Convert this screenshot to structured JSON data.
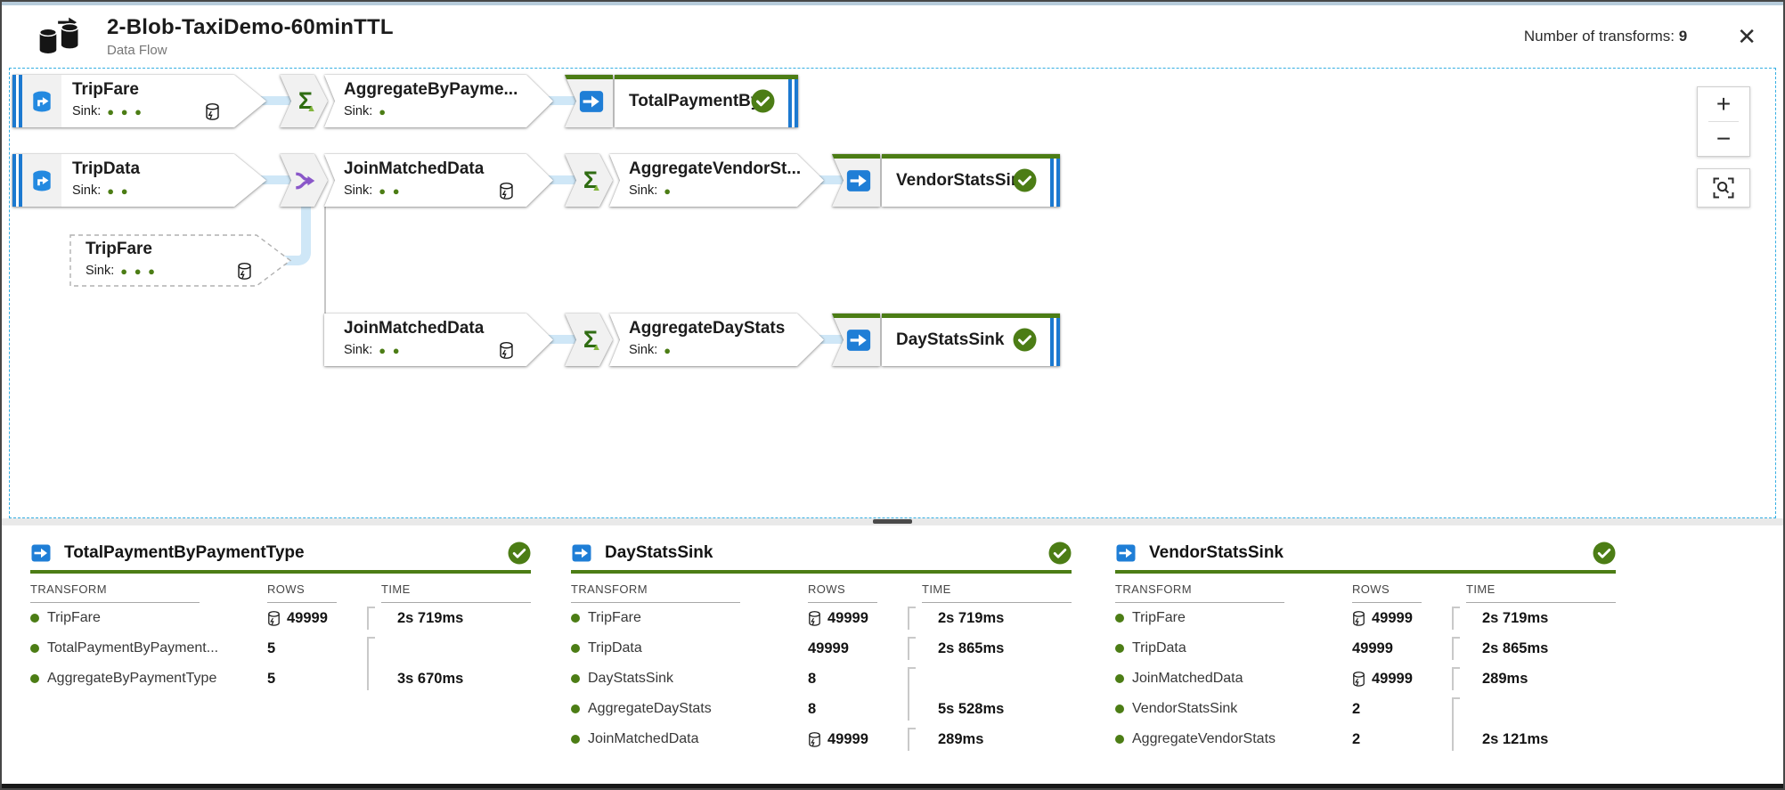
{
  "header": {
    "title": "2-Blob-TaxiDemo-60minTTL",
    "subtitle": "Data Flow",
    "transforms_label": "Number of transforms:",
    "transforms_count": "9"
  },
  "icons": {
    "sigma": "Σ",
    "sigma_triangle": "▲",
    "zoom_in": "+",
    "zoom_out": "−",
    "close": "✕"
  },
  "diagram": {
    "sink_label": "Sink:",
    "nodes": [
      {
        "title": "TripFare",
        "dots": "● ● ●"
      },
      {
        "title": "AggregateByPayme...",
        "dots": "●"
      },
      {
        "title": "TotalPaymentBy..."
      },
      {
        "title": "TripData",
        "dots": "● ●"
      },
      {
        "title": "JoinMatchedData",
        "dots": "● ●"
      },
      {
        "title": "AggregateVendorSt...",
        "dots": "●"
      },
      {
        "title": "VendorStatsSink"
      },
      {
        "title": "TripFare",
        "dots": "● ● ●"
      },
      {
        "title": "JoinMatchedData",
        "dots": "● ●"
      },
      {
        "title": "AggregateDayStats",
        "dots": "●"
      },
      {
        "title": "DayStatsSink"
      }
    ]
  },
  "table_columns": {
    "transform": "TRANSFORM",
    "rows": "ROWS",
    "time": "TIME"
  },
  "tables": [
    {
      "title": "TotalPaymentByPaymentType",
      "rows": [
        {
          "name": "TripFare",
          "rows": "49999",
          "time": "2s 719ms"
        },
        {
          "name": "TotalPaymentByPayment...",
          "rows": "5",
          "time": ""
        },
        {
          "name": "AggregateByPaymentType",
          "rows": "5",
          "time": "3s 670ms"
        }
      ]
    },
    {
      "title": "DayStatsSink",
      "rows": [
        {
          "name": "TripFare",
          "rows": "49999",
          "time": "2s 719ms"
        },
        {
          "name": "TripData",
          "rows": "49999",
          "time": "2s 865ms"
        },
        {
          "name": "DayStatsSink",
          "rows": "8",
          "time": ""
        },
        {
          "name": "AggregateDayStats",
          "rows": "8",
          "time": "5s 528ms"
        },
        {
          "name": "JoinMatchedData",
          "rows": "49999",
          "time": "289ms"
        }
      ]
    },
    {
      "title": "VendorStatsSink",
      "rows": [
        {
          "name": "TripFare",
          "rows": "49999",
          "time": "2s 719ms"
        },
        {
          "name": "TripData",
          "rows": "49999",
          "time": "2s 865ms"
        },
        {
          "name": "JoinMatchedData",
          "rows": "49999",
          "time": "289ms"
        },
        {
          "name": "VendorStatsSink",
          "rows": "2",
          "time": ""
        },
        {
          "name": "AggregateVendorStats",
          "rows": "2",
          "time": "2s 121ms"
        }
      ]
    }
  ],
  "colors": {
    "green": "#4c7d15",
    "accent_blue": "#1f7ed6",
    "connector_blue": "#cfe7f7",
    "purple": "#8a57c9",
    "dashed_border": "#35aee2"
  }
}
